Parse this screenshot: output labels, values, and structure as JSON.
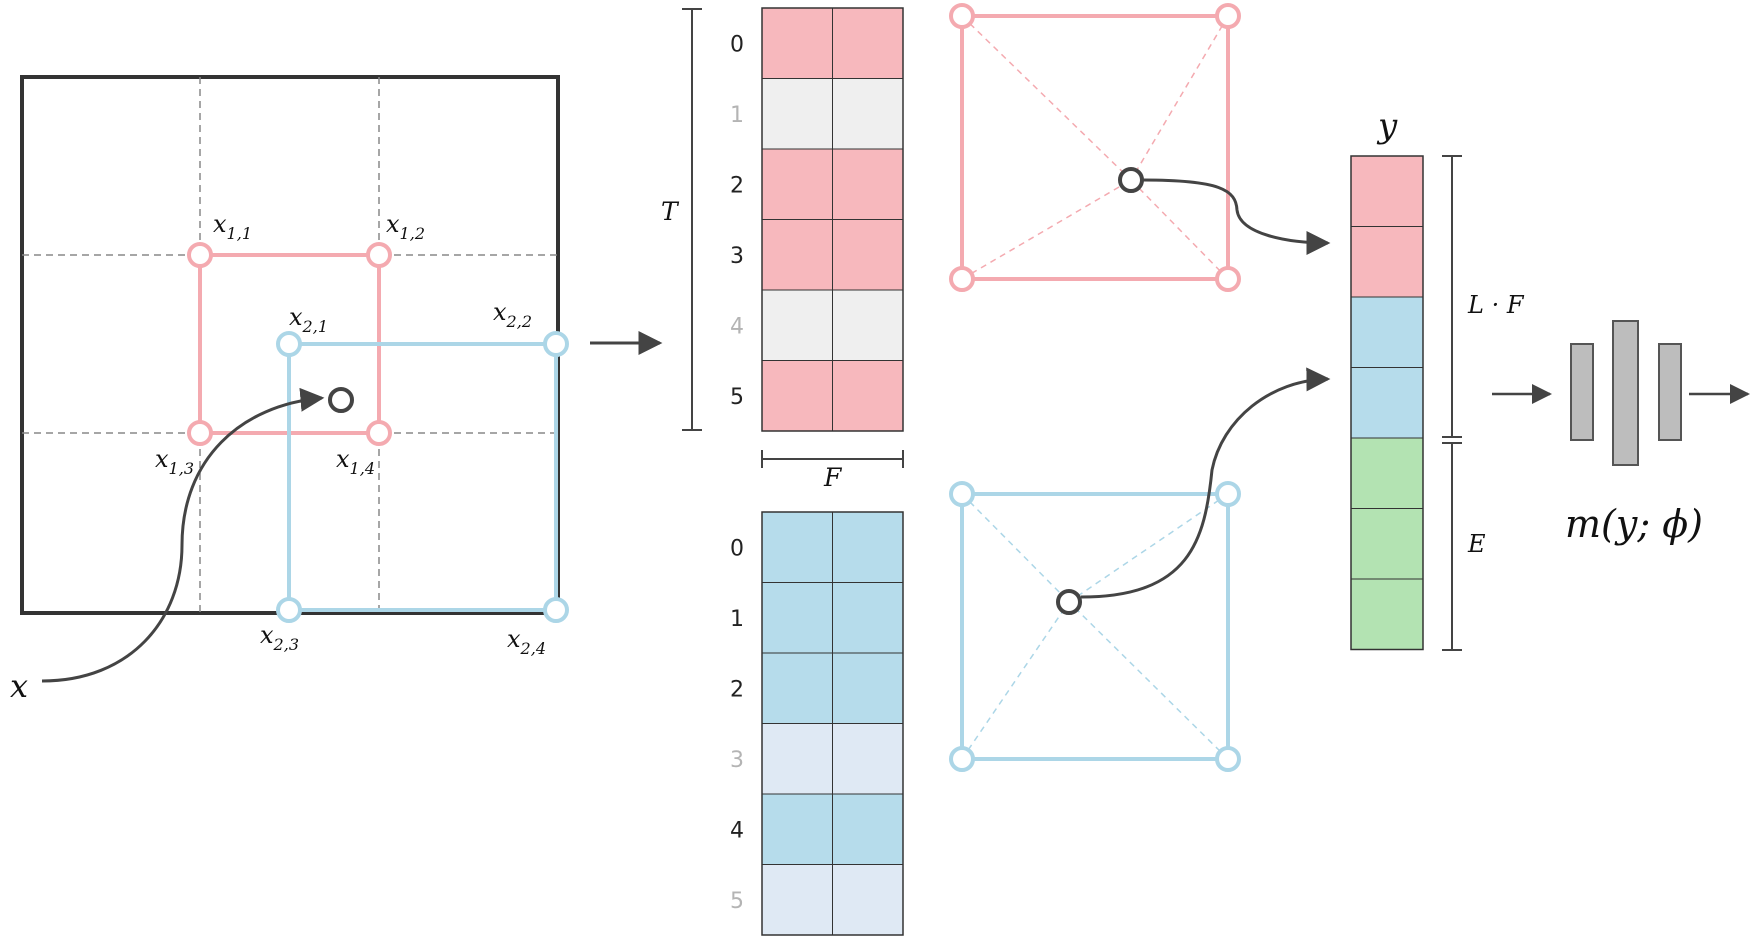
{
  "colors": {
    "pink": "#f7b8bd",
    "pink_light": "#efefef",
    "blue": "#b6dceb",
    "blue_light": "#dfe9f4",
    "green": "#b3e3b2",
    "outline": "#333333",
    "block": "#bdbdbd"
  },
  "input_point": {
    "label": "x"
  },
  "grid_corners": {
    "pink": [
      "x",
      "x",
      "x",
      "x"
    ],
    "pink_subs": [
      "1,1",
      "1,2",
      "1,3",
      "1,4"
    ],
    "blue": [
      "x",
      "x",
      "x",
      "x"
    ],
    "blue_subs": [
      "2,1",
      "2,2",
      "2,3",
      "2,4"
    ]
  },
  "hash_table_pink": {
    "rows": [
      "0",
      "1",
      "2",
      "3",
      "4",
      "5"
    ],
    "filled": [
      true,
      false,
      true,
      true,
      false,
      true
    ]
  },
  "hash_table_blue": {
    "rows": [
      "0",
      "1",
      "2",
      "3",
      "4",
      "5"
    ],
    "filled": [
      true,
      true,
      true,
      false,
      true,
      false
    ]
  },
  "dims": {
    "T": "T",
    "F": "F",
    "LF": "L · F",
    "E": "E"
  },
  "output_vector": {
    "label": "y",
    "cells": [
      "pink",
      "pink",
      "blue",
      "blue",
      "green",
      "green",
      "green"
    ]
  },
  "model": {
    "label": "m(y; ϕ)"
  },
  "icons": [
    "arrow-right-icon",
    "curved-arrow-icon",
    "mlp-icon"
  ]
}
